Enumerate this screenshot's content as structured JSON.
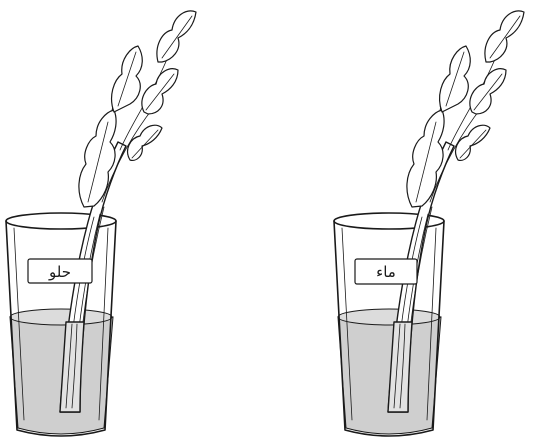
{
  "glasses": [
    {
      "label": "حلو",
      "liquid": "sugar-water"
    },
    {
      "label": "ماء",
      "liquid": "water"
    }
  ],
  "colors": {
    "line": "#1a1a1a",
    "water": "#cfcfcf",
    "background": "#ffffff"
  }
}
